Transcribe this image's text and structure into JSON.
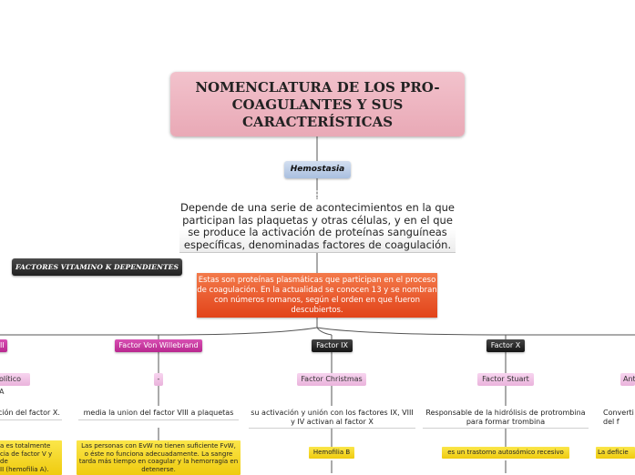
{
  "title": "NOMENCLATURA DE LOS PRO-\nCOAGULANTES Y SUS\nCARACTERÍSTICAS",
  "hemostasia": "Hemostasia",
  "description": "Depende de una serie de acontecimientos en la que participan las plaquetas y otras células, y en el que se produce la activación de proteínas sanguíneas específicas, denominadas factores de coagulación.",
  "vitamin_k_label": "FACTORES VITAMINO K DEPENDIENTES",
  "orange_note": "Estas son proteínas plasmáticas que participan en el proceso de coagulación. En la actualidad se conocen 13 y se nombran con números romanos, según el orden en que fueron descubiertos.",
  "branches": [
    {
      "label": "II",
      "alias": "olítico A",
      "desc": "ción del factor X.",
      "note": "a es totalmente\ncia de factor V y de\nII (hemofilia A)."
    },
    {
      "label": "Factor Von Willebrand",
      "alias": "-",
      "desc": "media la union del factor VIII a plaquetas",
      "note": "Las personas con EvW no tienen suficiente FvW, o éste no funciona adecuadamente. La sangre tarda más tiempo en coagular y la hemorragia en detenerse."
    },
    {
      "label": "Factor IX",
      "alias": "Factor Christmas",
      "desc": "su activación y unión con los factores IX, VIII y IV activan al factor X",
      "note": "Hemofilia B"
    },
    {
      "label": "Factor X",
      "alias": "Factor Stuart",
      "desc": "Responsable de la hidrólisis de protrombina para formar trombina",
      "note": "es un trastorno autosómico recesivo"
    },
    {
      "label": "",
      "alias": "Ant",
      "desc": "Converti\ndel f",
      "note": "La deficie"
    }
  ],
  "colors": {
    "title_bg": "#eeb6c2",
    "orange": "#e9552a",
    "magenta": "#c83aa1",
    "pink": "#efc1e4",
    "yellow": "#f5d827",
    "dark": "#2a2a2a"
  }
}
